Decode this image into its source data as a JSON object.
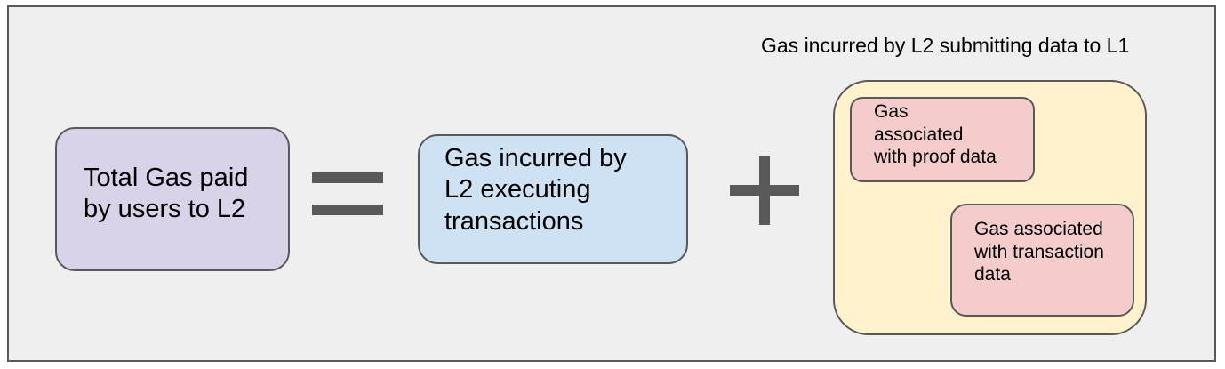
{
  "colors": {
    "frame_background": "#efefef",
    "border": "#595959",
    "total_box": "#d9d2e9",
    "exec_box": "#cfe2f3",
    "l1_container": "#fff2cc",
    "data_box": "#f4cccc",
    "operator": "#595959"
  },
  "total_box": {
    "lines": [
      "Total  Gas paid",
      "by users to L2"
    ]
  },
  "operators": {
    "equals_icon": "equals-sign",
    "plus_icon": "plus-sign"
  },
  "exec_box": {
    "lines": [
      "Gas incurred by",
      "L2 executing",
      "transactions"
    ]
  },
  "l1_group": {
    "label": "Gas incurred by L2 submitting data to L1",
    "proof_box": {
      "lines": [
        "Gas",
        "associated",
        "with proof data"
      ]
    },
    "tx_data_box": {
      "lines": [
        "Gas associated",
        "with transaction",
        "data"
      ]
    }
  }
}
